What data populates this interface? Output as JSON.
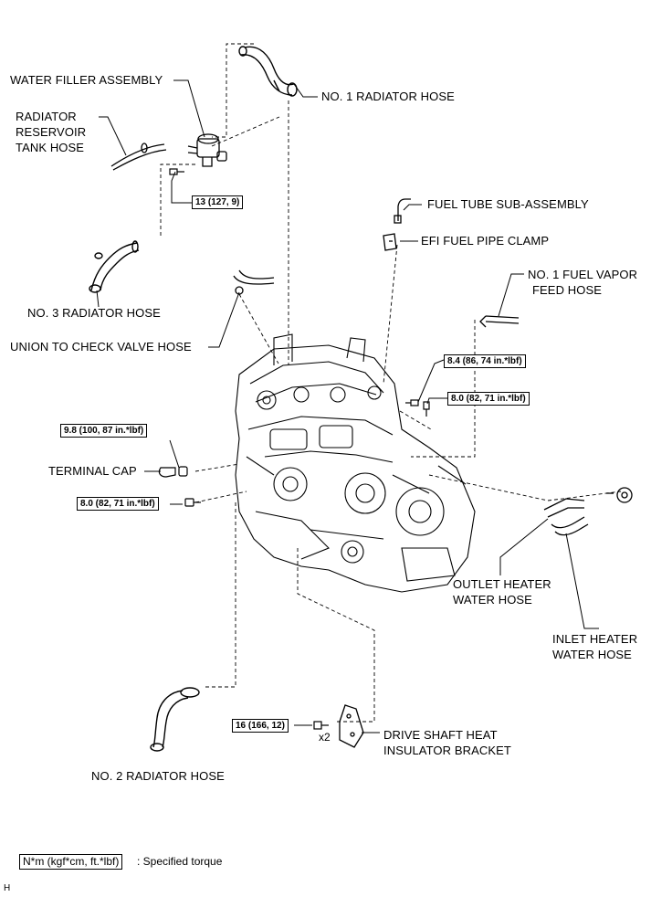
{
  "labels": {
    "no1_radiator_hose": "NO. 1 RADIATOR HOSE",
    "water_filler_assembly": "WATER FILLER ASSEMBLY",
    "radiator_reservoir_tank_hose": [
      "RADIATOR",
      "RESERVOIR",
      "TANK HOSE"
    ],
    "no3_radiator_hose": "NO. 3 RADIATOR HOSE",
    "union_to_check_valve_hose": "UNION TO CHECK VALVE HOSE",
    "fuel_tube_sub_assembly": "FUEL TUBE SUB-ASSEMBLY",
    "efi_fuel_pipe_clamp": "EFI FUEL PIPE CLAMP",
    "no1_fuel_vapor_feed_hose": [
      "NO. 1 FUEL VAPOR",
      "FEED HOSE"
    ],
    "terminal_cap": "TERMINAL CAP",
    "outlet_heater_water_hose": [
      "OUTLET HEATER",
      "WATER HOSE"
    ],
    "inlet_heater_water_hose": [
      "INLET HEATER",
      "WATER HOSE"
    ],
    "no2_radiator_hose": "NO. 2 RADIATOR HOSE",
    "drive_shaft_heat_insulator_bracket": [
      "DRIVE SHAFT HEAT",
      "INSULATOR BRACKET"
    ]
  },
  "torques": {
    "water_filler": "13 (127,  9)",
    "efi_clamp_bolt": "8.4 (86, 74 in.*lbf)",
    "vapor_hose_bolt": "8.0 (82, 71 in.*lbf)",
    "terminal_cap_nut": "9.8 (100, 87 in.*lbf)",
    "left_bolt": "8.0 (82, 71 in.*lbf)",
    "bracket_bolt": "16 (166, 12)"
  },
  "quantity": "x2",
  "legend": {
    "unit": "N*m (kgf*cm, ft.*lbf)",
    "text": ": Specified torque"
  },
  "corner_mark": "H"
}
